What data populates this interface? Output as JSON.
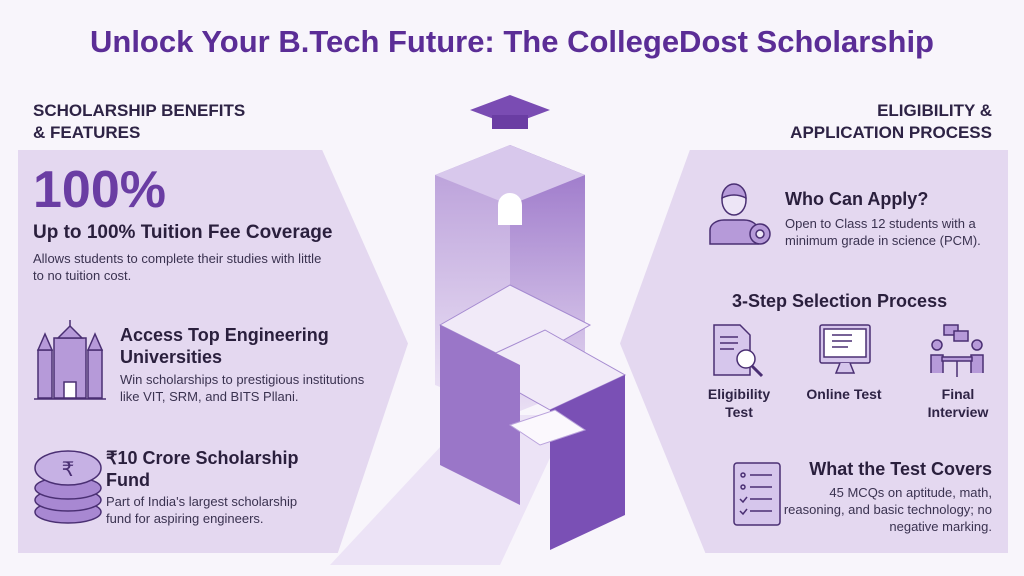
{
  "title": "Unlock Your B.Tech Future: The CollegeDost Scholarship",
  "left": {
    "heading_line1": "SCHOLARSHIP BENEFITS",
    "heading_line2": "& FEATURES",
    "big_stat": "100%",
    "coverage_title": "Up to 100% Tuition Fee Coverage",
    "coverage_desc": "Allows students to complete their studies with little to no tuition cost.",
    "access_title": "Access Top Engineering Universities",
    "access_desc": "Win scholarships to prestigious institutions like VIT, SRM, and BITS Pllani.",
    "fund_title": "₹10 Crore Scholarship Fund",
    "fund_desc": "Part of India's largest scholarship fund for aspiring engineers."
  },
  "right": {
    "heading_line1": "ELIGIBILITY &",
    "heading_line2": "APPLICATION PROCESS",
    "who_title": "Who Can Apply?",
    "who_desc": "Open to Class 12 students with a minimum grade in science (PCM).",
    "steps_title": "3-Step Selection Process",
    "steps": [
      {
        "label": "Eligibility Test"
      },
      {
        "label": "Online Test"
      },
      {
        "label": "Final Interview"
      }
    ],
    "test_title": "What the Test Covers",
    "test_desc": "45 MCQs on aptitude, math, reasoning, and basic technology; no negative marking."
  },
  "colors": {
    "accent": "#6a3da3",
    "panel": "#e4d8f0"
  }
}
